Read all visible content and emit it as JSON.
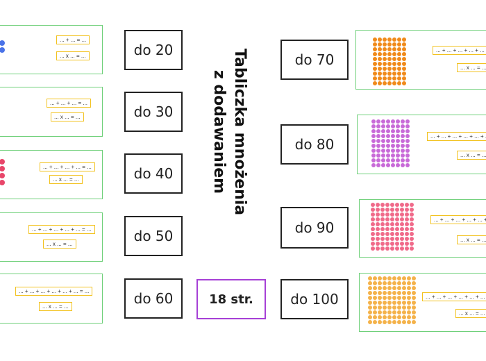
{
  "title": {
    "line1": "Tabliczka mnożenia",
    "line2": "z dodawaniem"
  },
  "pages_label": "18 str.",
  "levels": {
    "do20": "do 20",
    "do30": "do 30",
    "do40": "do 40",
    "do50": "do 50",
    "do60": "do 60",
    "do70": "do 70",
    "do80": "do 80",
    "do90": "do 90",
    "do100": "do 100"
  },
  "left_cards": [
    {
      "add": "... + ... = ...",
      "mul": "... x ... = ..."
    },
    {
      "add": "... + ... + ... = ...",
      "mul": "... x ... = ..."
    },
    {
      "add": "... + ... + ... + ... = ...",
      "mul": "... x ... = ..."
    },
    {
      "add": "... + ... + ... + ... + ... = ...",
      "mul": "... x ... = ..."
    },
    {
      "add": "... + ... + ... + ... + ... + ... = ...",
      "mul": "... x ... = ..."
    }
  ],
  "right_cards": [
    {
      "add": "... + ... + ... + ... + ... + ...",
      "mul": "... x ... = ..."
    },
    {
      "add": "... + ... + ... + ... + ... + ...",
      "mul": "... x ... = ..."
    },
    {
      "add": "... + ... + ... + ... + ... + ...",
      "mul": "... x ... = ..."
    },
    {
      "add": "... + ... + ... + ... + ... + ...",
      "mul": "... x ... = ..."
    }
  ],
  "colors": {
    "card_border": "#6fd07a",
    "formula_border": "#f2c21f",
    "pages_border": "#a640d6",
    "flower_blue": "#4a73e8",
    "flower_pink": "#e8466a",
    "flower_orange": "#f08a1a",
    "flower_violet": "#c86ad8",
    "flower_rose": "#f06a8a",
    "flower_yellow": "#f4b24a"
  },
  "icons": [
    "flower-icon"
  ]
}
